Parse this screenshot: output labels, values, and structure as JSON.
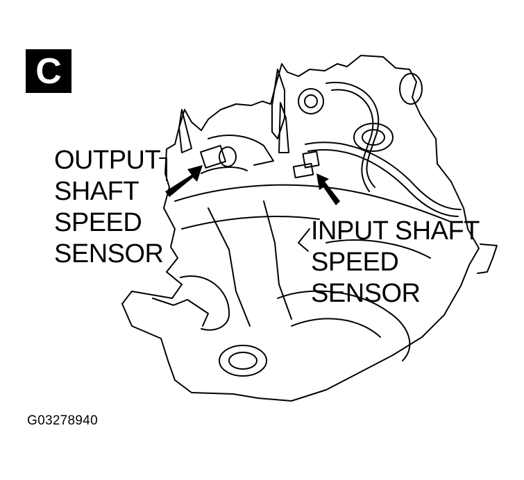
{
  "figure": {
    "panel_letter": "C",
    "figure_code": "G03278940",
    "output_label": [
      "OUTPUT",
      "SHAFT",
      "SPEED",
      "SENSOR"
    ],
    "input_label": [
      "INPUT SHAFT",
      "SPEED",
      "SENSOR"
    ]
  },
  "colors": {
    "ink": "#000000",
    "paper": "#ffffff"
  }
}
